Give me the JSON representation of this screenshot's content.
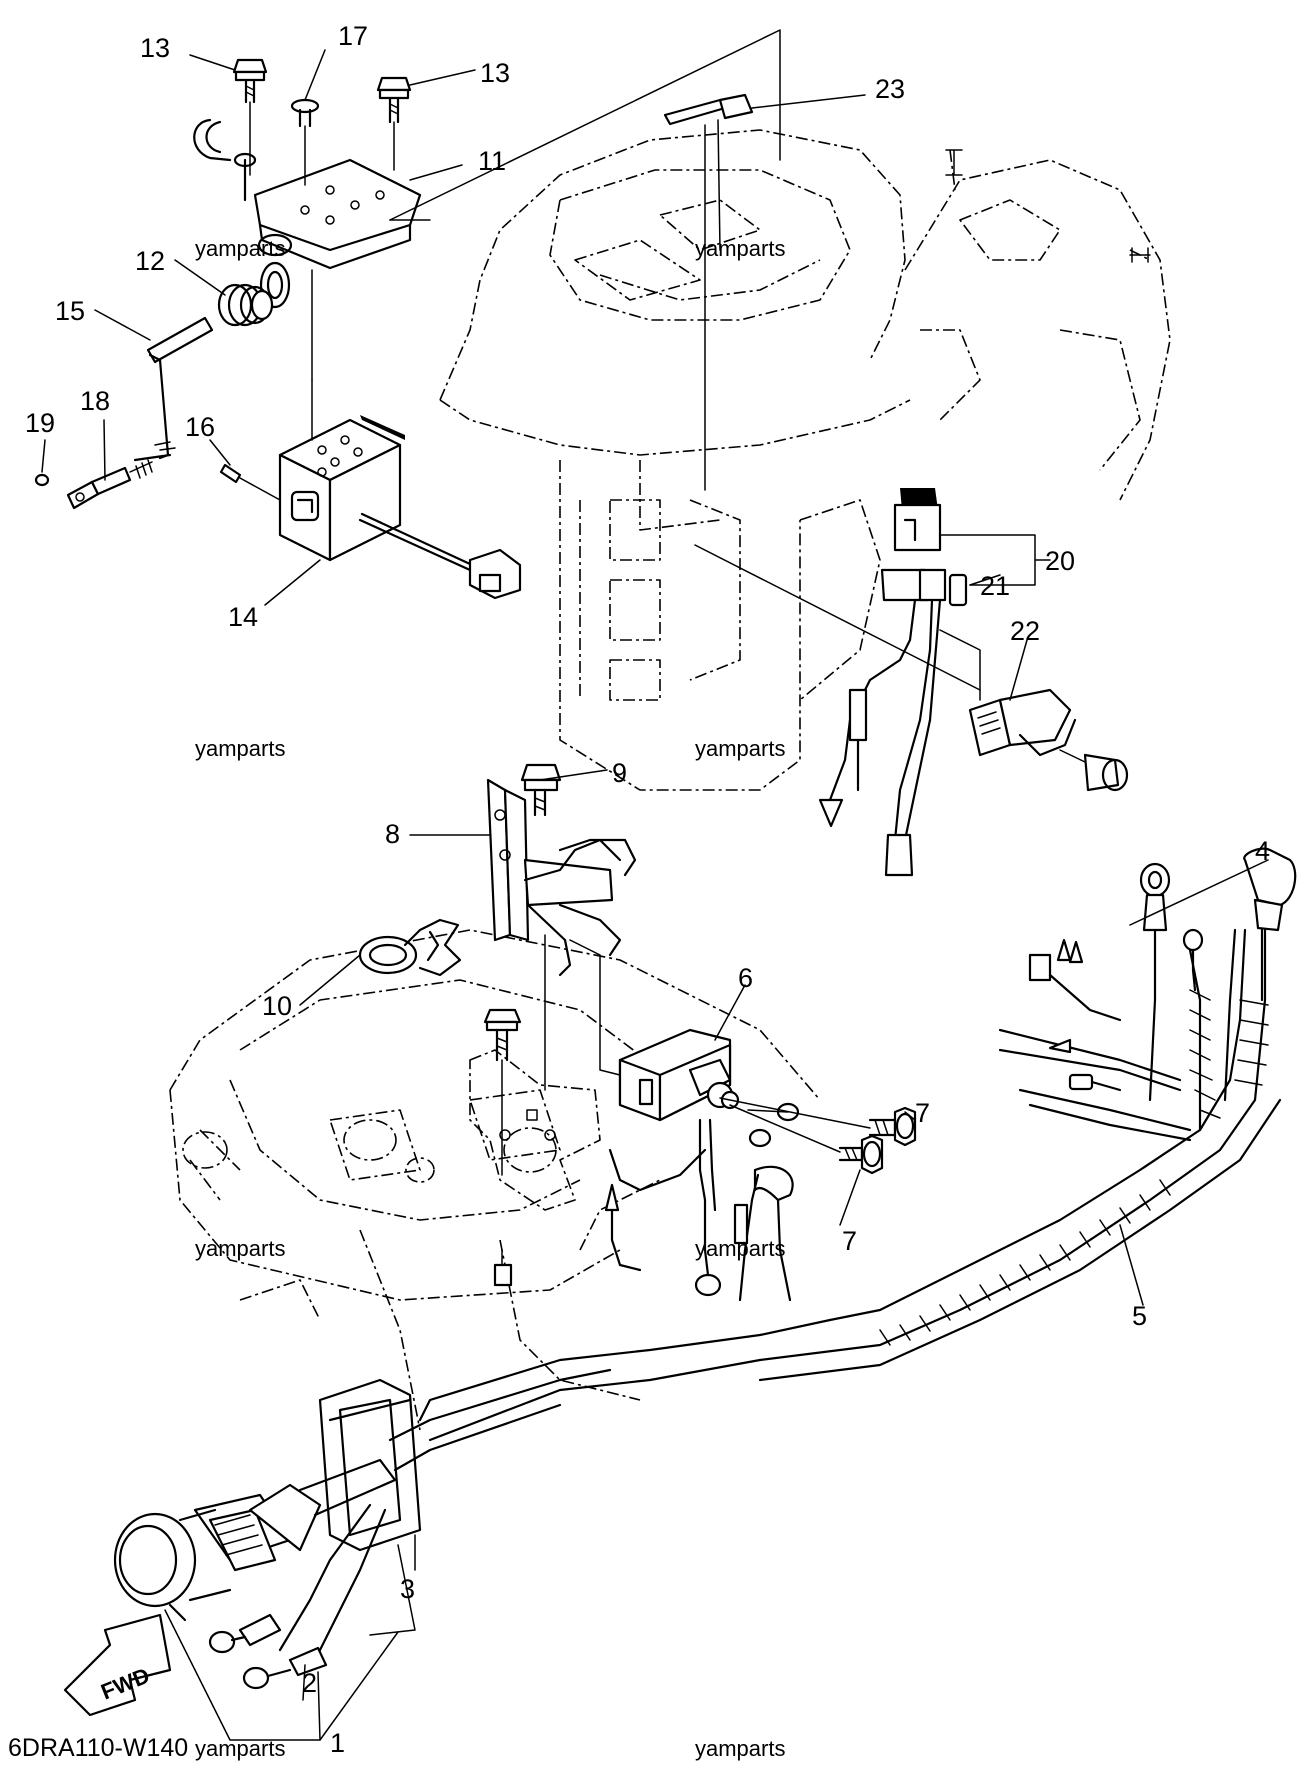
{
  "diagram": {
    "code": "6DRA110-W140",
    "direction_label": "FWD",
    "watermark": "yamparts",
    "callouts": {
      "c1": "1",
      "c2": "2",
      "c3": "3",
      "c4": "4",
      "c5": "5",
      "c6": "6",
      "c7a": "7",
      "c7b": "7",
      "c8": "8",
      "c9": "9",
      "c10": "10",
      "c11": "11",
      "c12": "12",
      "c13a": "13",
      "c13b": "13",
      "c14": "14",
      "c15": "15",
      "c16": "16",
      "c17": "17",
      "c18": "18",
      "c19": "19",
      "c20": "20",
      "c21": "21",
      "c22": "22",
      "c23": "23"
    }
  }
}
